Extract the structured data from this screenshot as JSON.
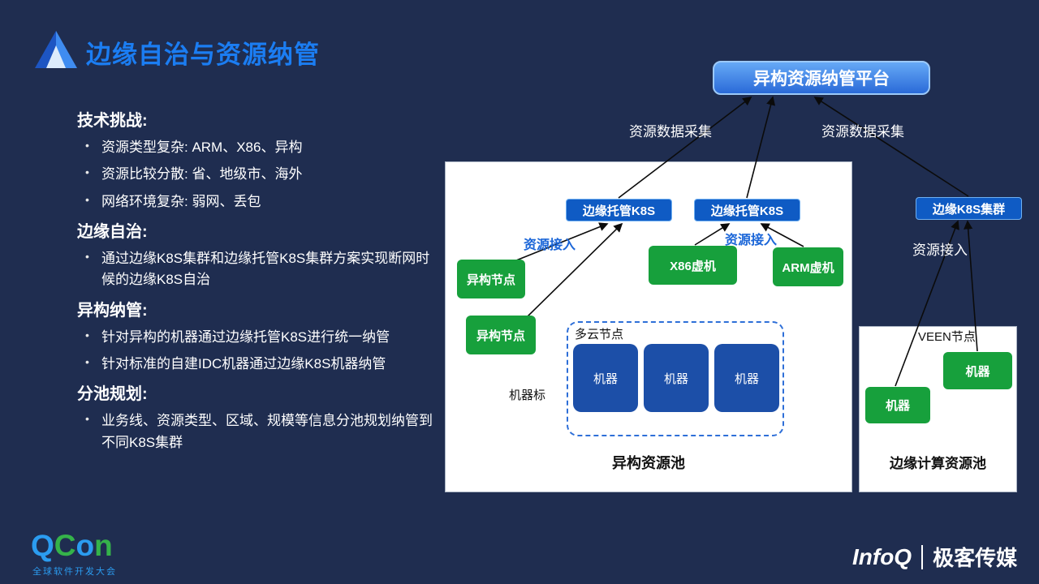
{
  "slide": {
    "title": "边缘自治与资源纳管"
  },
  "left_panel": {
    "sections": [
      {
        "heading": "技术挑战:",
        "bullets": [
          "资源类型复杂: ARM、X86、异构",
          "资源比较分散: 省、地级市、海外",
          "网络环境复杂: 弱网、丢包"
        ]
      },
      {
        "heading": "边缘自治:",
        "bullets": [
          "通过边缘K8S集群和边缘托管K8S集群方案实现断网时候的边缘K8S自治"
        ]
      },
      {
        "heading": "异构纳管:",
        "bullets": [
          "针对异构的机器通过边缘托管K8S进行统一纳管",
          "针对标准的自建IDC机器通过边缘K8S机器纳管"
        ]
      },
      {
        "heading": "分池规划:",
        "bullets": [
          "业务线、资源类型、区域、规模等信息分池规划纳管到不同K8S集群"
        ]
      }
    ]
  },
  "diagram": {
    "platform_label": "异构资源纳管平台",
    "collect_label_left": "资源数据采集",
    "collect_label_right": "资源数据采集",
    "hosted_k8s_1": "边缘托管K8S",
    "hosted_k8s_2": "边缘托管K8S",
    "edge_k8s_cluster": "边缘K8S集群",
    "access_label_1": "资源接入",
    "access_label_2": "资源接入",
    "access_label_3": "资源接入",
    "hetero_node_1": "异构节点",
    "hetero_node_2": "异构节点",
    "x86_vm": "X86虚机",
    "arm_vm": "ARM虚机",
    "multicloud_label": "多云节点",
    "machines": [
      "机器",
      "机器",
      "机器"
    ],
    "machine_tag_label": "机器标",
    "hetero_pool_label": "异构资源池",
    "veen_label": "VEEN节点",
    "edge_machines": [
      "机器",
      "机器"
    ],
    "edge_pool_label": "边缘计算资源池"
  },
  "footer": {
    "qcon_letters": {
      "q": "Q",
      "c": "C",
      "o": "o",
      "n": "n"
    },
    "qcon_subtitle": "全球软件开发大会",
    "infoq_label": "InfoQ",
    "geek_media_label": "极客传媒"
  },
  "colors": {
    "background": "#1f2d50",
    "title_blue": "#1b7df2",
    "box_blue": "#0f5bc4",
    "green": "#17a03c",
    "machine_blue": "#1c4fa8",
    "platform_gradient_top": "#66a9f6",
    "platform_gradient_bottom": "#2a6ad8"
  }
}
